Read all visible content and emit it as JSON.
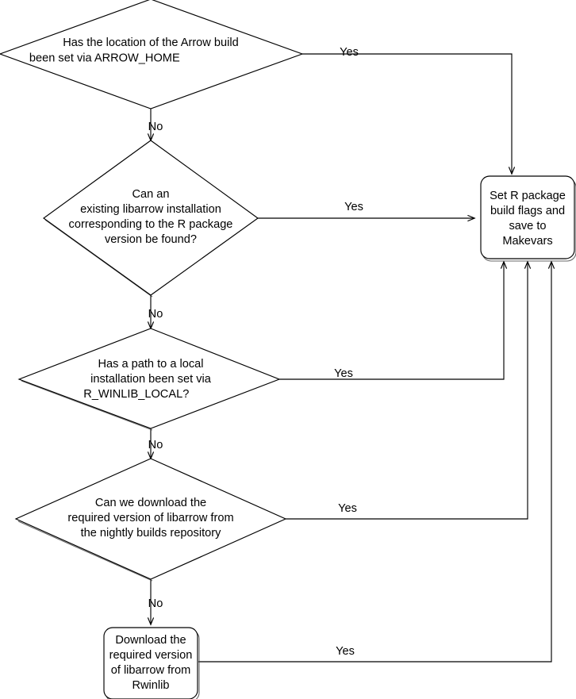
{
  "diagram": {
    "title": "Arrow R package libarrow build decision flowchart",
    "colors": {
      "stroke": "#000000",
      "background": "#ffffff",
      "text": "#000000",
      "env_var_link": "#0000ee",
      "shadow": "#4a4a4a"
    },
    "nodes": [
      {
        "id": "arrow-home-decision",
        "type": "decision",
        "lines": [
          {
            "segments": [
              {
                "text": "Has the location of the Arrow build",
                "style": "plain"
              }
            ]
          },
          {
            "segments": [
              {
                "text": "been set via ",
                "style": "plain"
              },
              {
                "text": "ARROW_HOME",
                "style": "env"
              }
            ]
          }
        ]
      },
      {
        "id": "existing-libarrow-decision",
        "type": "decision",
        "lines": [
          {
            "segments": [
              {
                "text": "Can an",
                "style": "plain"
              }
            ]
          },
          {
            "segments": [
              {
                "text": "existing libarrow installation",
                "style": "plain"
              }
            ]
          },
          {
            "segments": [
              {
                "text": "corresponding to the R package",
                "style": "plain"
              }
            ]
          },
          {
            "segments": [
              {
                "text": "version be found?",
                "style": "plain"
              }
            ]
          }
        ]
      },
      {
        "id": "local-path-decision",
        "type": "decision",
        "lines": [
          {
            "segments": [
              {
                "text": "Has a path to a local",
                "style": "plain"
              }
            ]
          },
          {
            "segments": [
              {
                "text": "installation been set via",
                "style": "plain"
              }
            ]
          },
          {
            "segments": [
              {
                "text": "R_WINLIB_LOCAL",
                "style": "env"
              },
              {
                "text": "?",
                "style": "plain"
              }
            ]
          }
        ]
      },
      {
        "id": "nightly-download-decision",
        "type": "decision",
        "lines": [
          {
            "segments": [
              {
                "text": "Can we download the",
                "style": "plain"
              }
            ]
          },
          {
            "segments": [
              {
                "text": "required version of libarrow from",
                "style": "plain"
              }
            ]
          },
          {
            "segments": [
              {
                "text": "the nightly builds repository",
                "style": "plain"
              }
            ]
          }
        ]
      },
      {
        "id": "download-rwinlib-process",
        "type": "process",
        "lines": [
          {
            "segments": [
              {
                "text": "Download the",
                "style": "plain"
              }
            ]
          },
          {
            "segments": [
              {
                "text": "required version",
                "style": "plain"
              }
            ]
          },
          {
            "segments": [
              {
                "text": "of libarrow from",
                "style": "plain"
              }
            ]
          },
          {
            "segments": [
              {
                "text": "Rwinlib",
                "style": "plain"
              }
            ]
          }
        ]
      },
      {
        "id": "set-build-flags-process",
        "type": "process",
        "lines": [
          {
            "segments": [
              {
                "text": "Set R package",
                "style": "plain"
              }
            ]
          },
          {
            "segments": [
              {
                "text": "build flags and",
                "style": "plain"
              }
            ]
          },
          {
            "segments": [
              {
                "text": "save to",
                "style": "plain"
              }
            ]
          },
          {
            "segments": [
              {
                "text": "Makevars",
                "style": "plain"
              }
            ]
          }
        ]
      }
    ],
    "edge_labels": {
      "yes_arrow_home": "Yes",
      "no_arrow_home": "No",
      "yes_existing": "Yes",
      "no_existing": "No",
      "yes_local": "Yes",
      "no_local": "No",
      "yes_nightly": "Yes",
      "no_nightly": "No",
      "yes_rwinlib": "Yes"
    }
  }
}
